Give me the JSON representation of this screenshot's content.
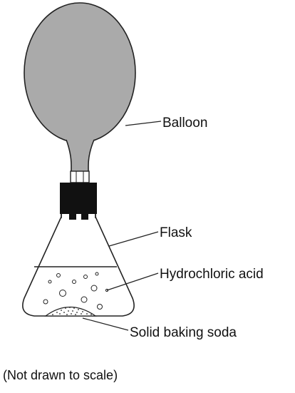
{
  "labels": {
    "balloon": "Balloon",
    "flask": "Flask",
    "acid": "Hydrochloric acid",
    "soda": "Solid baking soda"
  },
  "note": "(Not drawn to scale)",
  "colors": {
    "balloon_fill": "#aaaaaa",
    "balloon_stroke": "#222222",
    "stopper": "#111111",
    "stroke": "#222222",
    "background": "#ffffff"
  }
}
